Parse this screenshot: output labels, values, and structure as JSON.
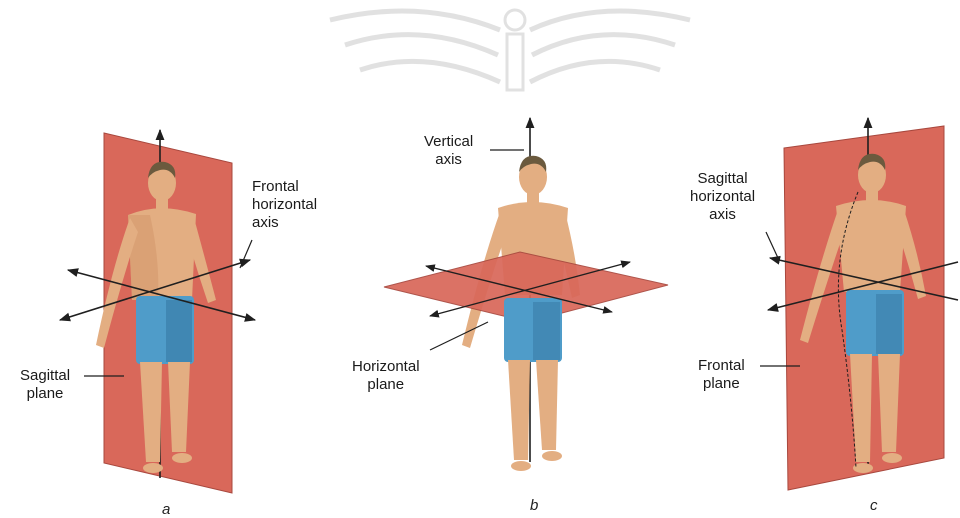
{
  "colors": {
    "plane_fill": "#d9685a",
    "plane_edge": "#a8483e",
    "skin": "#e3ae82",
    "skin_shadow": "#c98a5e",
    "hair": "#6b5a3e",
    "shorts": "#4f9cc9",
    "shorts_shadow": "#2f6f98",
    "axis": "#1f1f1f",
    "watermark": "#c9c9c9"
  },
  "watermark": {
    "icon": "sunburst-seal"
  },
  "panels": [
    {
      "letter": "a",
      "labels": {
        "axis": "Frontal\nhorizontal\naxis",
        "plane": "Sagittal\nplane"
      }
    },
    {
      "letter": "b",
      "labels": {
        "axis": "Vertical\naxis",
        "plane": "Horizontal\nplane"
      }
    },
    {
      "letter": "c",
      "labels": {
        "axis": "Sagittal\nhorizontal\naxis",
        "plane": "Frontal\nplane"
      }
    }
  ]
}
